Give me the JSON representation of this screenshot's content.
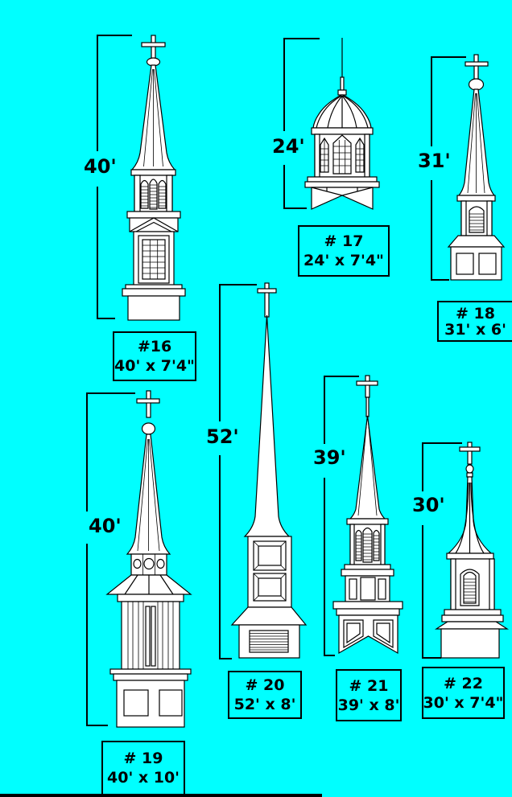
{
  "colors": {
    "background": "#00ffff",
    "line": "#000000",
    "drawing_fill": "#ffffff"
  },
  "steeples": [
    {
      "number": "#16",
      "height": "40'",
      "size": "40' x 7'4\""
    },
    {
      "number": "# 17",
      "height": "24'",
      "size": "24' x 7'4\""
    },
    {
      "number": "# 18",
      "height": "31'",
      "size": "31' x 6'"
    },
    {
      "number": "# 19",
      "height": "40'",
      "size": "40' x 10'"
    },
    {
      "number": "# 20",
      "height": "52'",
      "size": "52' x 8'"
    },
    {
      "number": "# 21",
      "height": "39'",
      "size": "39' x 8'"
    },
    {
      "number": "# 22",
      "height": "30'",
      "size": "30' x 7'4\""
    }
  ]
}
